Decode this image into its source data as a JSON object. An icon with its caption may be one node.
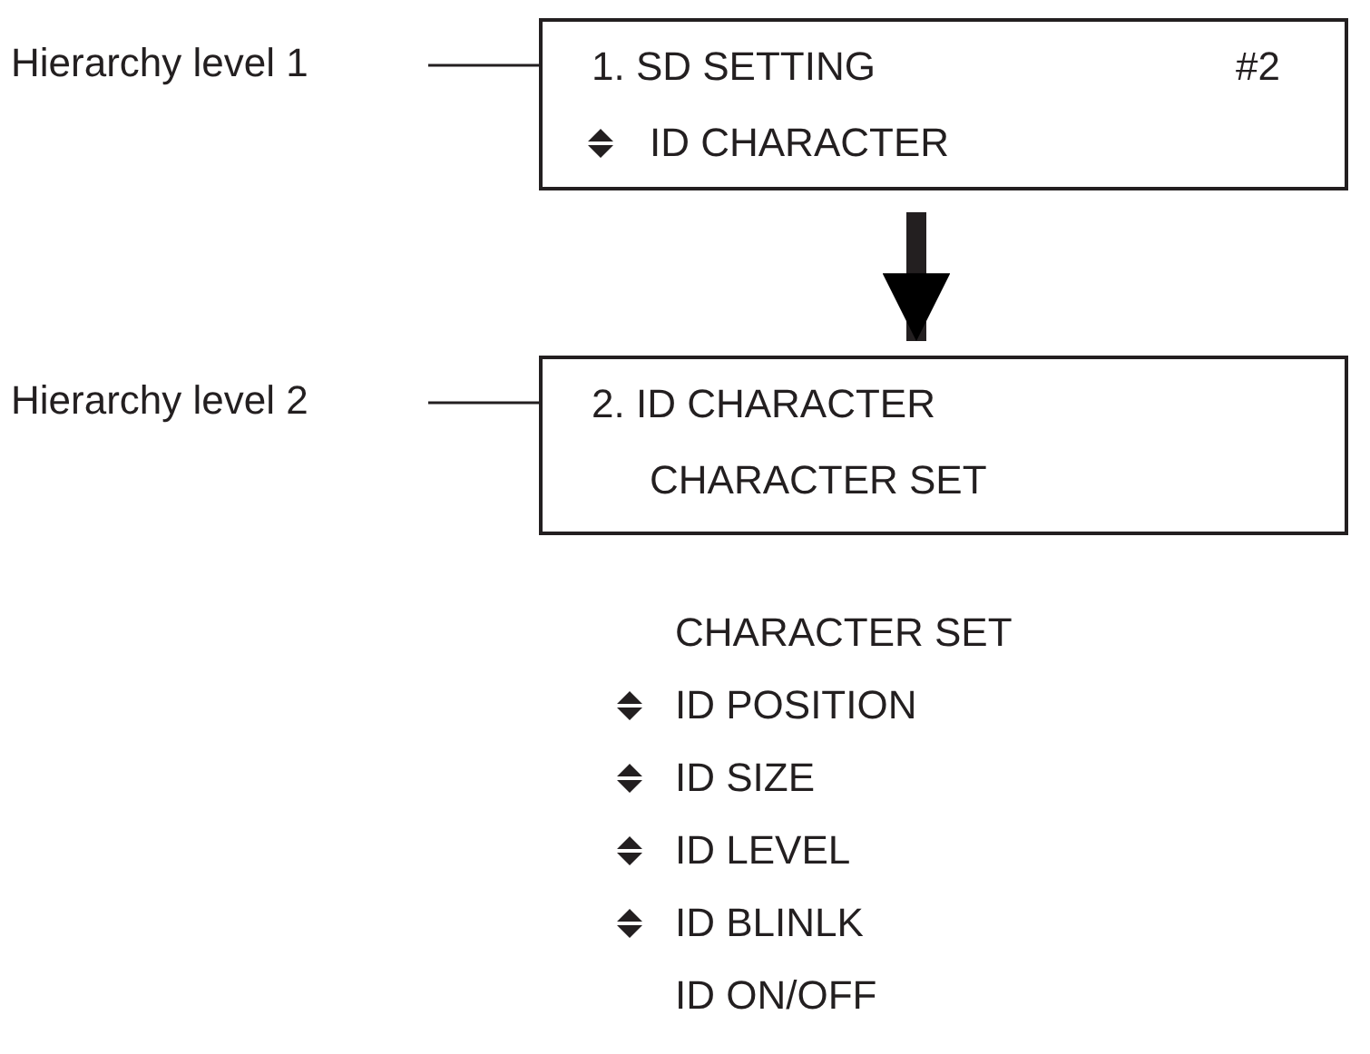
{
  "diagram": {
    "nodes": [
      {
        "text": [
          "Hierarchy level 1"
        ]
      },
      {
        "text": [
          "1. SD SETTING",
          "#2",
          "ID CHARACTER"
        ]
      },
      {
        "text": [
          "Hierarchy level 2"
        ]
      },
      {
        "text": [
          "2. ID CHARACTER",
          "CHARACTER SET"
        ]
      }
    ],
    "edges": [
      {
        "from": 0,
        "to": 1,
        "arrow": "none"
      },
      {
        "from": 1,
        "to": 3,
        "arrow": "to",
        "style": "thick"
      },
      {
        "from": 2,
        "to": 3,
        "arrow": "none"
      }
    ],
    "labels": [
      "CHARACTER SET",
      "ID POSITION",
      "ID SIZE",
      "ID LEVEL",
      "ID BLINLK",
      "ID ON/OFF"
    ]
  }
}
